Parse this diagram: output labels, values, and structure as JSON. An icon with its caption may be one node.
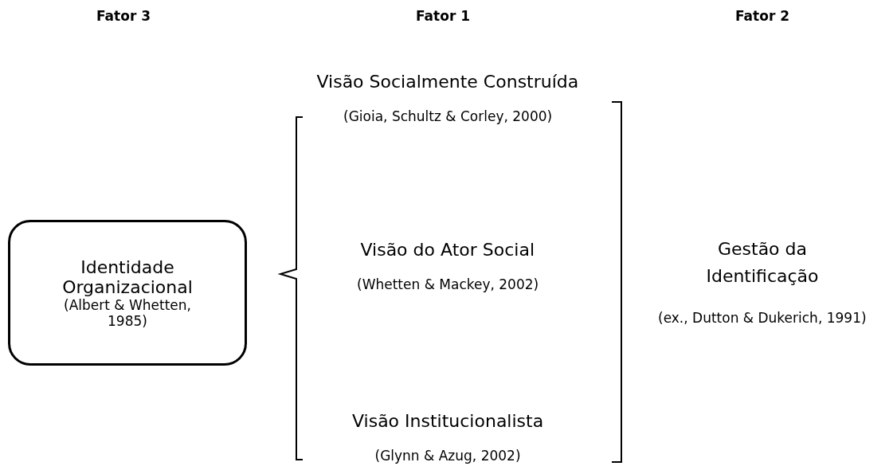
{
  "diagram": {
    "nodes": [
      {
        "text": [
          "Identidade Organizacional",
          "(Albert & Whetten, 1985)"
        ]
      }
    ],
    "labels": [
      "Fator 3",
      "Fator 1",
      "Fator 2",
      "Visão Socialmente Construída",
      "(Gioia, Schultz & Corley, 2000)",
      "Visão do Ator Social",
      "(Whetten & Mackey, 2002)",
      "Gestão da Identificação",
      "(ex., Dutton & Dukerich, 1991)",
      "Visão Institucionalista",
      "(Glynn & Azug, 2002)"
    ]
  }
}
